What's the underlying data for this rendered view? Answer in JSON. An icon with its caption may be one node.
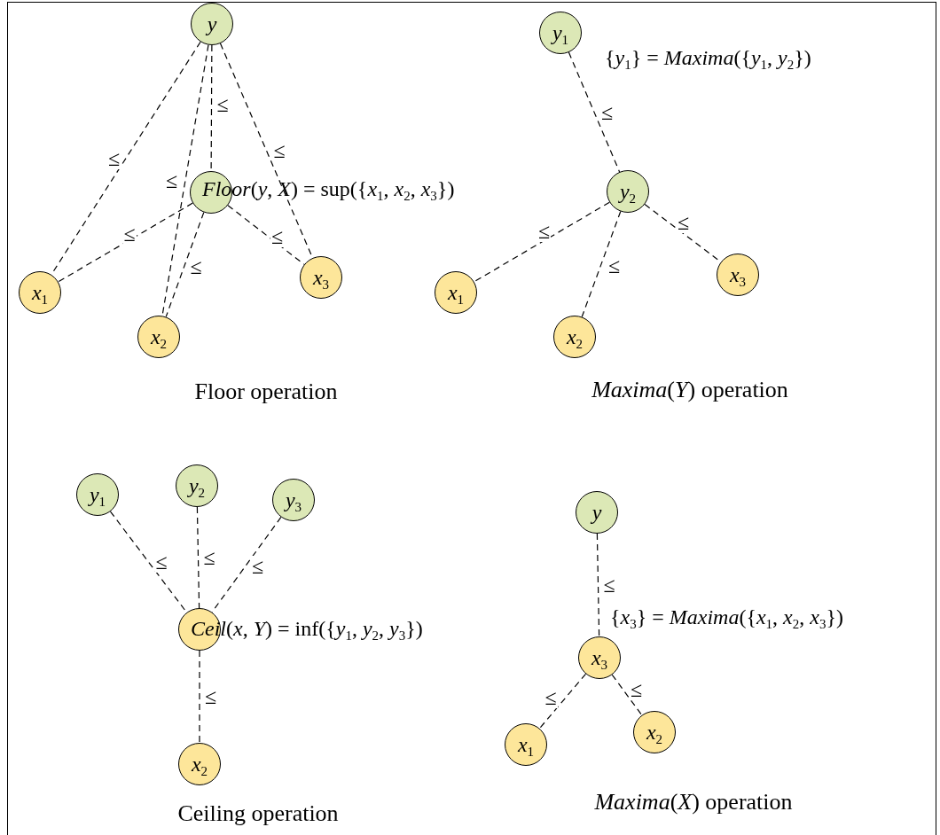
{
  "diagram": {
    "nodes": [
      {
        "text": [
          "y"
        ]
      },
      {
        "text": [],
        "shape": "circle",
        "beside": [
          "*Floor*(*y*, *X*) = sup({*x*$_{1}$, *x*$_{2}$, *x*$_{3}$})"
        ]
      },
      {
        "text": [
          "x$_{1}$"
        ]
      },
      {
        "text": [
          "x$_{2}$"
        ]
      },
      {
        "text": [
          "x$_{3}$"
        ]
      },
      {
        "text": [
          "y$_{1}$"
        ],
        "beside": [
          "{*y*$_{1}$} = *Maxima*({*y*$_{1}$, *y*$_{2}$})"
        ]
      },
      {
        "text": [
          "y$_{2}$"
        ]
      },
      {
        "text": [
          "x$_{1}$"
        ]
      },
      {
        "text": [
          "x$_{2}$"
        ]
      },
      {
        "text": [
          "x$_{3}$"
        ]
      },
      {
        "text": [
          "y$_{1}$"
        ]
      },
      {
        "text": [
          "y$_{2}$"
        ]
      },
      {
        "text": [
          "y$_{3}$"
        ]
      },
      {
        "text": [],
        "shape": "circle",
        "beside": [
          "*Ceil*(*x*, *Y*) = inf({*y*$_{1}$, *y*$_{2}$, *y*$_{3}$})"
        ]
      },
      {
        "text": [
          "x$_{2}$"
        ]
      },
      {
        "text": [
          "y"
        ]
      },
      {
        "text": [
          "x$_{3}$"
        ],
        "beside": [
          "{*x*$_{3}$} = *Maxima*({*x*$_{1}$, *x*$_{2}$, *x*$_{3}$})"
        ]
      },
      {
        "text": [
          "x$_{1}$"
        ]
      },
      {
        "text": [
          "x$_{2}$"
        ]
      }
    ],
    "edges": [
      {
        "from": 0,
        "to": 2,
        "arrow": "none",
        "label": "≤",
        "style": "dashed"
      },
      {
        "from": 0,
        "to": 3,
        "arrow": "none",
        "label": "≤",
        "style": "dashed"
      },
      {
        "from": 0,
        "to": 1,
        "arrow": "none",
        "label": "≤",
        "style": "dashed"
      },
      {
        "from": 0,
        "to": 4,
        "arrow": "none",
        "label": "≤",
        "style": "dashed"
      },
      {
        "from": 1,
        "to": 2,
        "arrow": "none",
        "label": "≤",
        "style": "dashed"
      },
      {
        "from": 1,
        "to": 3,
        "arrow": "none",
        "label": "≤",
        "style": "dashed"
      },
      {
        "from": 1,
        "to": 4,
        "arrow": "none",
        "label": "≤",
        "style": "dashed"
      },
      {
        "from": 5,
        "to": 6,
        "arrow": "none",
        "label": "≤",
        "style": "dashed"
      },
      {
        "from": 6,
        "to": 7,
        "arrow": "none",
        "label": "≤",
        "style": "dashed"
      },
      {
        "from": 6,
        "to": 8,
        "arrow": "none",
        "label": "≤",
        "style": "dashed"
      },
      {
        "from": 6,
        "to": 9,
        "arrow": "none",
        "label": "≤",
        "style": "dashed"
      },
      {
        "from": 10,
        "to": 13,
        "arrow": "none",
        "label": "≤",
        "style": "dashed"
      },
      {
        "from": 11,
        "to": 13,
        "arrow": "none",
        "label": "≤",
        "style": "dashed"
      },
      {
        "from": 12,
        "to": 13,
        "arrow": "none",
        "label": "≤",
        "style": "dashed"
      },
      {
        "from": 13,
        "to": 14,
        "arrow": "none",
        "label": "≤",
        "style": "dashed"
      },
      {
        "from": 15,
        "to": 16,
        "arrow": "none",
        "label": "≤",
        "style": "dashed"
      },
      {
        "from": 16,
        "to": 17,
        "arrow": "none",
        "label": "≤",
        "style": "dashed"
      },
      {
        "from": 16,
        "to": 18,
        "arrow": "none",
        "label": "≤",
        "style": "dashed"
      }
    ],
    "labels": [
      "Floor operation",
      "*Maxima*(*Y*) operation",
      "Ceiling operation",
      "*Maxima*(*X*) operation"
    ]
  }
}
